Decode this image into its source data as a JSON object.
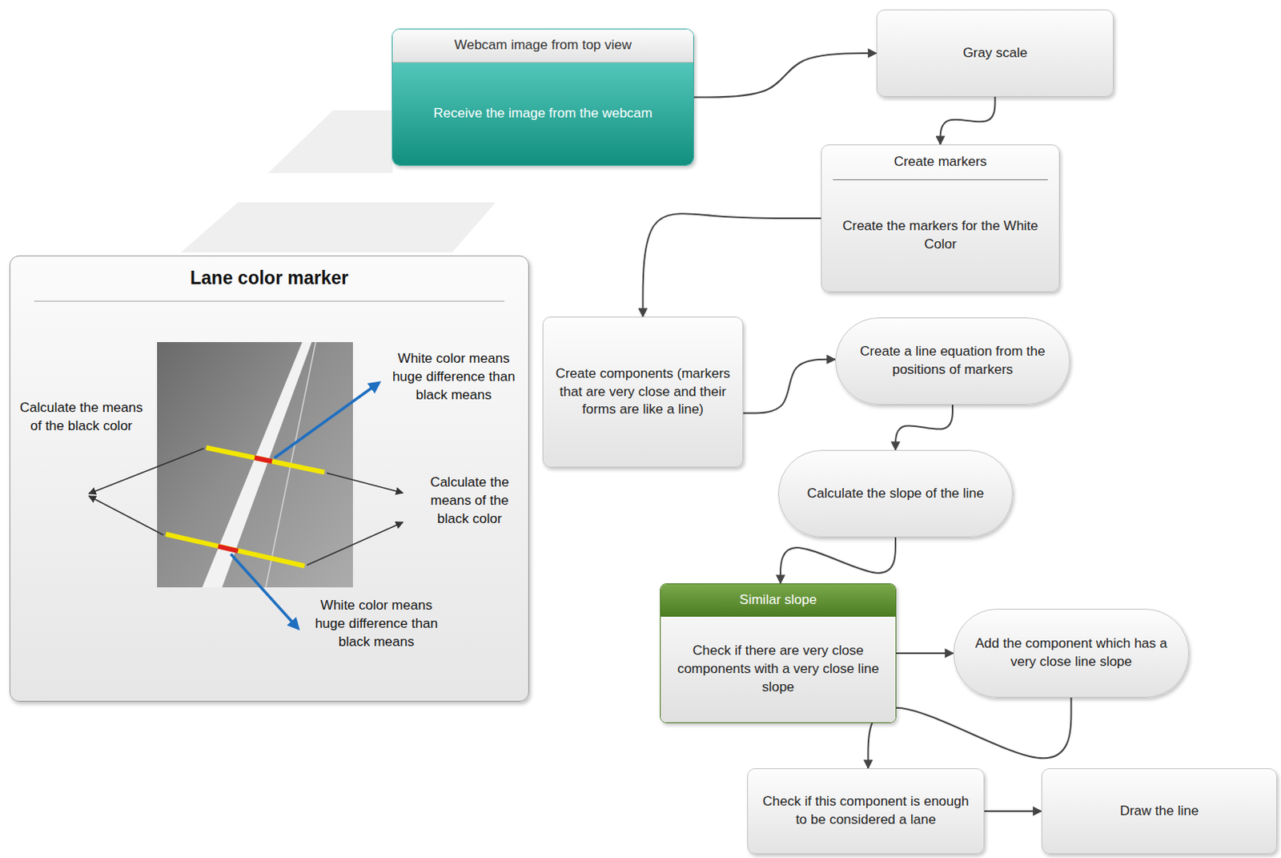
{
  "diagram": {
    "nodes": [
      {
        "text": [
          "Webcam image from top view",
          "Receive the image from the webcam"
        ]
      },
      {
        "text": [
          "Gray scale"
        ]
      },
      {
        "text": [
          "Create markers",
          "Create the markers for the White Color"
        ]
      },
      {
        "text": [
          "Lane color marker"
        ]
      },
      {
        "text": [
          "Create components (markers that are very close and their forms are like a line)"
        ]
      },
      {
        "text": [
          "Create a line equation from the positions of markers"
        ]
      },
      {
        "text": [
          "Calculate the slope of the line"
        ]
      },
      {
        "text": [
          "Similar slope",
          "Check if there are very close components with a very close line slope"
        ]
      },
      {
        "text": [
          "Add the component which has a very close line slope"
        ]
      },
      {
        "text": [
          "Check if this component is enough to be considered a lane"
        ]
      },
      {
        "text": [
          "Draw the line"
        ]
      }
    ],
    "edges": [
      {
        "from": 0,
        "to": 1,
        "arrow": "to"
      },
      {
        "from": 1,
        "to": 2,
        "arrow": "to"
      },
      {
        "from": 2,
        "to": 4,
        "arrow": "to"
      },
      {
        "from": 4,
        "to": 5,
        "arrow": "to"
      },
      {
        "from": 5,
        "to": 6,
        "arrow": "to"
      },
      {
        "from": 6,
        "to": 7,
        "arrow": "to"
      },
      {
        "from": 7,
        "to": 8,
        "arrow": "to"
      },
      {
        "from": 8,
        "to": 9,
        "arrow": "to"
      },
      {
        "from": 9,
        "to": 10,
        "arrow": "to"
      }
    ],
    "labels": [
      "White color means huge difference than black means",
      "Calculate the means of the black color",
      "Calculate the means of the black color",
      "White color means huge difference than black means"
    ]
  }
}
